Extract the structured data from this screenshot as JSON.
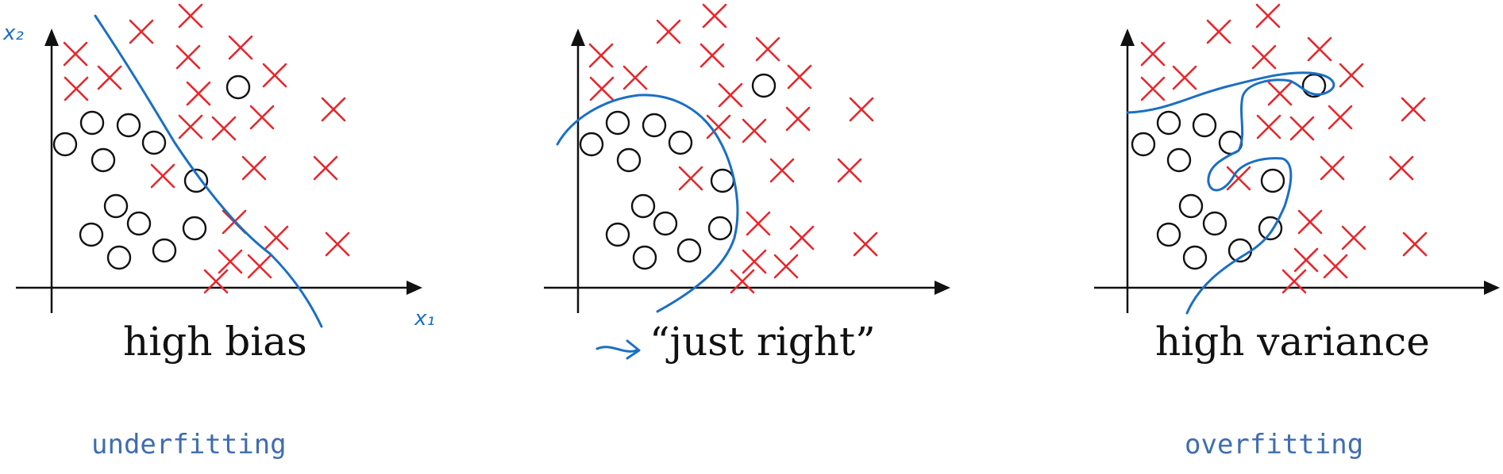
{
  "colors": {
    "axis": "#111111",
    "cross": "#e8262b",
    "circle": "#111111",
    "ink": "#1a6fc4",
    "note": "#3f6db0"
  },
  "icons": {
    "cross": "x-mark",
    "circle": "o-mark",
    "pen_arrow": "hand-drawn-arrow-right"
  },
  "panels": [
    {
      "title": "high bias",
      "note": "underfitting",
      "axis_labels": {
        "x": "x₁",
        "y": "x₂"
      }
    },
    {
      "title": "“just right”",
      "note": ""
    },
    {
      "title": "high variance",
      "note": "overfitting"
    }
  ]
}
